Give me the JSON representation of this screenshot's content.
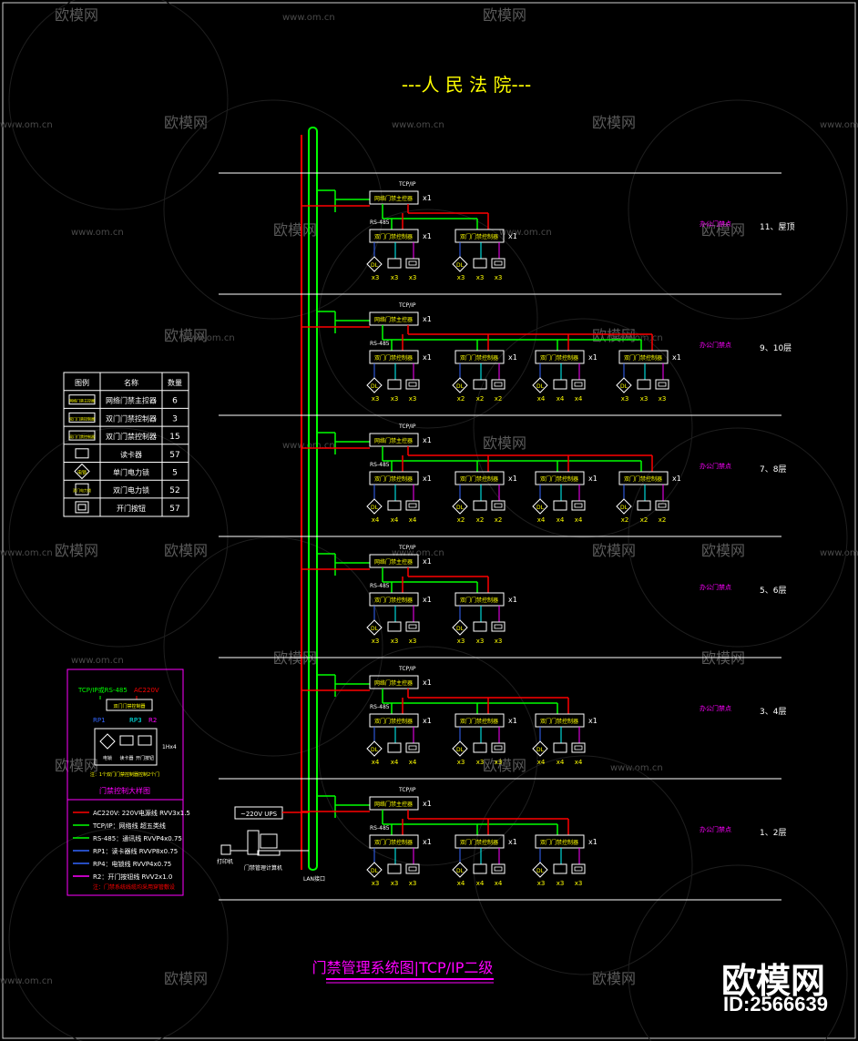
{
  "title": "---人 民 法 院---",
  "bottom_title": "门禁管理系统图|TCP/IP二级",
  "watermark": {
    "brand": "欧模网",
    "url": "www.om.cn"
  },
  "brand_logo": "欧模网",
  "brand_id": "ID:2566639",
  "colors": {
    "bg": "#000000",
    "white": "#ffffff",
    "yellow": "#ffff00",
    "green": "#00ff00",
    "red": "#ff0000",
    "magenta": "#ff00ff",
    "cyan": "#00ffff",
    "blue": "#3366ff",
    "border": "#d0d0d0"
  },
  "labels": {
    "tcpip": "TCP/IP",
    "rs485": "RS-485",
    "x1": "x1",
    "main_ctrl": "网络门禁主控器",
    "lan": "LAN接口",
    "ups": "~220V UPS",
    "printer": "打印机",
    "pc": "门禁管理计算机"
  },
  "floors": [
    {
      "name": "11、屋顶",
      "sub": "办公门禁点",
      "ctrls": [
        {
          "name": "双门门禁控制器",
          "counts": [
            "x3",
            "x3",
            "x3"
          ]
        },
        {
          "name": "双门门禁控制器",
          "counts": [
            "x3",
            "x3",
            "x3"
          ]
        }
      ]
    },
    {
      "name": "9、10层",
      "sub": "办公门禁点",
      "ctrls": [
        {
          "name": "双门门禁控制器",
          "counts": [
            "x3",
            "x3",
            "x3"
          ]
        },
        {
          "name": "双门门禁控制器",
          "counts": [
            "x2",
            "x2",
            "x2"
          ]
        },
        {
          "name": "双门门禁控制器",
          "counts": [
            "x4",
            "x4",
            "x4"
          ]
        },
        {
          "name": "双门门禁控制器",
          "counts": [
            "x3",
            "x3",
            "x3"
          ]
        }
      ]
    },
    {
      "name": "7、8层",
      "sub": "办公门禁点",
      "ctrls": [
        {
          "name": "双门门禁控制器",
          "counts": [
            "x4",
            "x4",
            "x4"
          ]
        },
        {
          "name": "双门门禁控制器",
          "counts": [
            "x2",
            "x2",
            "x2"
          ]
        },
        {
          "name": "双门门禁控制器",
          "counts": [
            "x4",
            "x4",
            "x4"
          ]
        },
        {
          "name": "双门门禁控制器",
          "counts": [
            "x2",
            "x2",
            "x2"
          ]
        }
      ]
    },
    {
      "name": "5、6层",
      "sub": "办公门禁点",
      "ctrls": [
        {
          "name": "双门门禁控制器",
          "counts": [
            "x3",
            "x3",
            "x3"
          ]
        },
        {
          "name": "双门门禁控制器",
          "counts": [
            "x3",
            "x3",
            "x3"
          ]
        }
      ]
    },
    {
      "name": "3、4层",
      "sub": "办公门禁点",
      "ctrls": [
        {
          "name": "双门门禁控制器",
          "counts": [
            "x4",
            "x4",
            "x4"
          ]
        },
        {
          "name": "双门门禁控制器",
          "counts": [
            "x3",
            "x3",
            "x3"
          ]
        },
        {
          "name": "双门门禁控制器",
          "counts": [
            "x4",
            "x4",
            "x4"
          ]
        }
      ]
    },
    {
      "name": "1、2层",
      "sub": "办公门禁点",
      "ctrls": [
        {
          "name": "双门门禁控制器",
          "counts": [
            "x3",
            "x3",
            "x3"
          ]
        },
        {
          "name": "双门门禁控制器",
          "counts": [
            "x4",
            "x4",
            "x4"
          ]
        },
        {
          "name": "双门门禁控制器",
          "counts": [
            "x3",
            "x3",
            "x3"
          ]
        }
      ]
    }
  ],
  "legend_table": {
    "headers": [
      "图例",
      "名称",
      "数量"
    ],
    "rows": [
      {
        "icon": "网络门禁主控器",
        "name": "网络门禁主控器",
        "qty": "6"
      },
      {
        "icon": "双门门禁控制器",
        "name": "双门门禁控制器",
        "qty": "3"
      },
      {
        "icon": "双门门禁控制器",
        "name": "双门门禁控制器",
        "qty": "15"
      },
      {
        "icon": "读卡器",
        "name": "读卡器",
        "qty": "57"
      },
      {
        "icon": "电锁",
        "name": "单门电力锁",
        "qty": "5"
      },
      {
        "icon": "双门电力锁",
        "name": "双门电力锁",
        "qty": "52"
      },
      {
        "icon": "开门按钮",
        "name": "开门按钮",
        "qty": "57"
      }
    ]
  },
  "detail_box": {
    "top_left": "TCP/IP或RS-485",
    "top_right": "AC220V",
    "ctrl": "双门门禁控制器",
    "rp_labels": [
      "RP1",
      "RP3",
      "R2"
    ],
    "items": [
      "电锁",
      "读卡器",
      "开门按钮"
    ],
    "side": "1Hx4",
    "note": "注：1个双门门禁控制器控制2个门",
    "caption": "门禁控制大样图",
    "wires": [
      {
        "label": "AC220V: 220V电源线 RVV3x1.5",
        "color": "#ff0000"
      },
      {
        "label": "TCP/IP：网络线 超五类线",
        "color": "#00ff00"
      },
      {
        "label": "RS-485：通讯线 RVVP4x0.75",
        "color": "#00ff00"
      },
      {
        "label": "RP1：读卡器线 RVVP8x0.75",
        "color": "#3366ff"
      },
      {
        "label": "RP4：电锁线 RVVP4x0.75",
        "color": "#3366ff"
      },
      {
        "label": "R2：开门按钮线 RVV2x1.0",
        "color": "#ff00ff"
      }
    ],
    "footnote": "注：门禁系统线缆均采用穿管敷设"
  }
}
